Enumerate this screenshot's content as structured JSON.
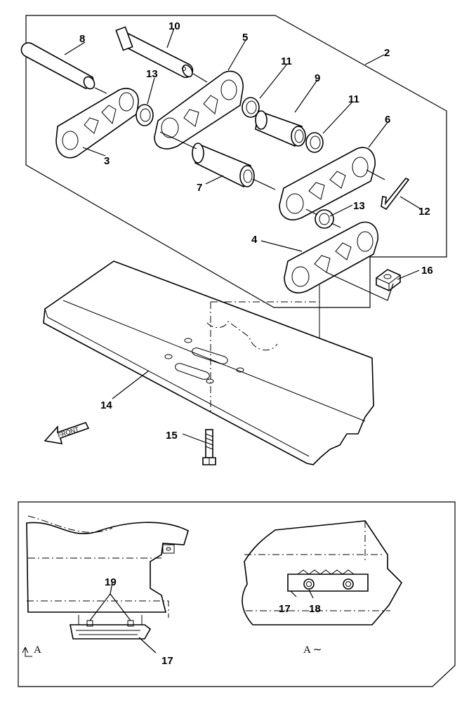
{
  "callouts": {
    "c2": "2",
    "c3": "3",
    "c4": "4",
    "c5": "5",
    "c6": "6",
    "c7": "7",
    "c8": "8",
    "c9": "9",
    "c10": "10",
    "c11a": "11",
    "c11b": "11",
    "c12": "12",
    "c13a": "13",
    "c13b": "13",
    "c14": "14",
    "c15": "15",
    "c16": "16",
    "c17a": "17",
    "c17b": "17",
    "c18": "18",
    "c19": "19"
  },
  "view": {
    "section_left": "A",
    "section_right": "A ∼"
  },
  "front_arrow_label": "FRONT"
}
